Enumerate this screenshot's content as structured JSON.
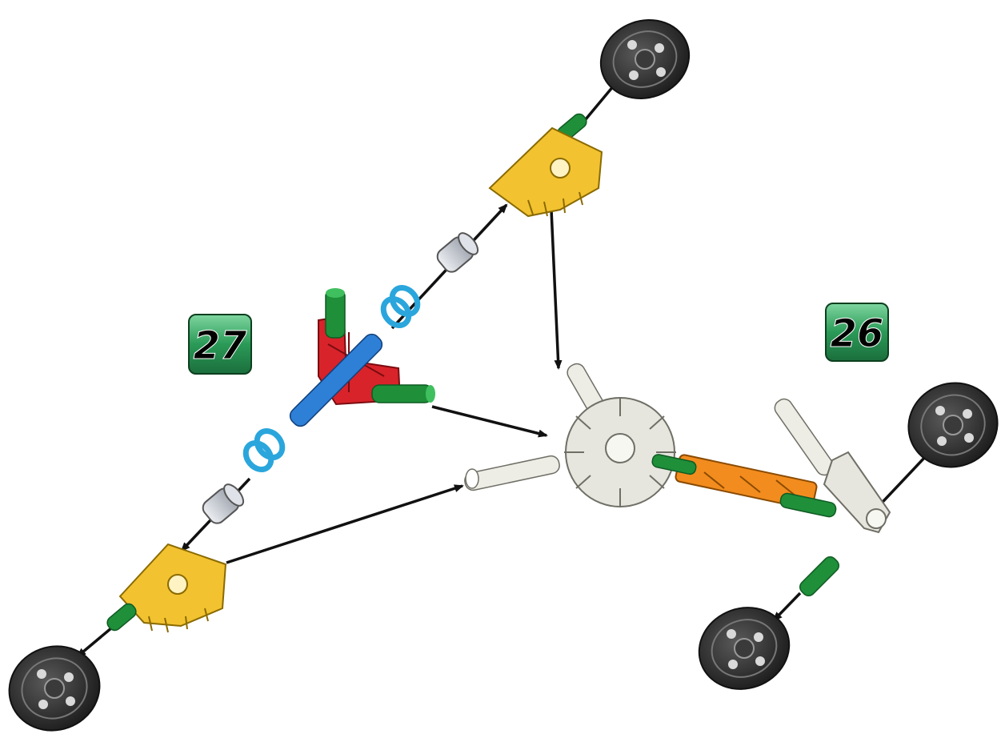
{
  "steps": [
    {
      "id": "step-27",
      "label": "27"
    },
    {
      "id": "step-26",
      "label": "26"
    }
  ],
  "colors": {
    "badge_green": "#1f8a4c",
    "badge_green_light": "#4fc07f",
    "yellow_connector": "#f2c230",
    "red_connector": "#d8232a",
    "white_connector": "#e6e6df",
    "orange_rod": "#f28c1e",
    "green_rod": "#1f8f3a",
    "blue_rod": "#2e7fd6",
    "cyan_spacer": "#3cb8ea",
    "grey_spacer": "#c8ccd4",
    "wheel_black": "#2b2b2b",
    "arrow": "#111111"
  },
  "icons": [
    "wheel-icon",
    "connector-icon",
    "rod-icon",
    "spacer-icon",
    "arrow-icon"
  ]
}
